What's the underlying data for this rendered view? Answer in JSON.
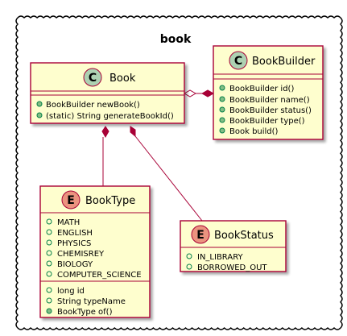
{
  "package": {
    "name": "book"
  },
  "colors": {
    "class_fill": "#FEFECE",
    "class_border": "#A80036",
    "class_badge": "#ADD1B2",
    "enum_badge": "#EB937F",
    "edge": "#A80036",
    "package_border": "#000000"
  },
  "classes": [
    {
      "id": "book",
      "kind": "C",
      "name": "Book",
      "fields": [],
      "methods": [
        "BookBuilder newBook()",
        "(static) String generateBookId()"
      ]
    },
    {
      "id": "bookbuilder",
      "kind": "C",
      "name": "BookBuilder",
      "fields": [],
      "methods": [
        "BookBuilder id()",
        "BookBuilder name()",
        "BookBuilder status()",
        "BookBuilder type()",
        "Book build()"
      ]
    },
    {
      "id": "booktype",
      "kind": "E",
      "name": "BookType",
      "fields": [
        "MATH",
        "ENGLISH",
        "PHYSICS",
        "CHEMISREY",
        "BIOLOGY",
        "COMPUTER_SCIENCE"
      ],
      "methods": [
        "long id",
        "String typeName",
        "BookType of()"
      ]
    },
    {
      "id": "bookstatus",
      "kind": "E",
      "name": "BookStatus",
      "fields": [
        "IN_LIBRARY",
        "BORROWED_OUT"
      ],
      "methods": []
    }
  ],
  "relations": [
    {
      "from": "book",
      "to": "bookbuilder",
      "type": "composition-aggregation"
    },
    {
      "from": "book",
      "to": "booktype",
      "type": "composition"
    },
    {
      "from": "book",
      "to": "bookstatus",
      "type": "composition"
    }
  ]
}
